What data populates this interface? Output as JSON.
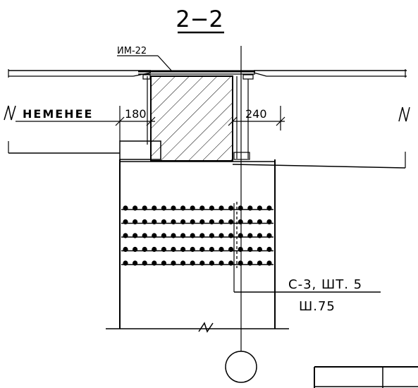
{
  "section_title": "2−2",
  "labels": {
    "embedded_part": "ИМ-22",
    "min_distance_prefix": "НЕМЕНЕЕ",
    "dim_left": "180",
    "dim_right": "240",
    "rebar_spec_line1": "С-3, ШТ. 5",
    "rebar_spec_line2": "Ш.75"
  },
  "rebar": {
    "rows": 5,
    "bars_per_row": 16
  },
  "colors": {
    "ink": "#000000",
    "background": "#ffffff"
  }
}
